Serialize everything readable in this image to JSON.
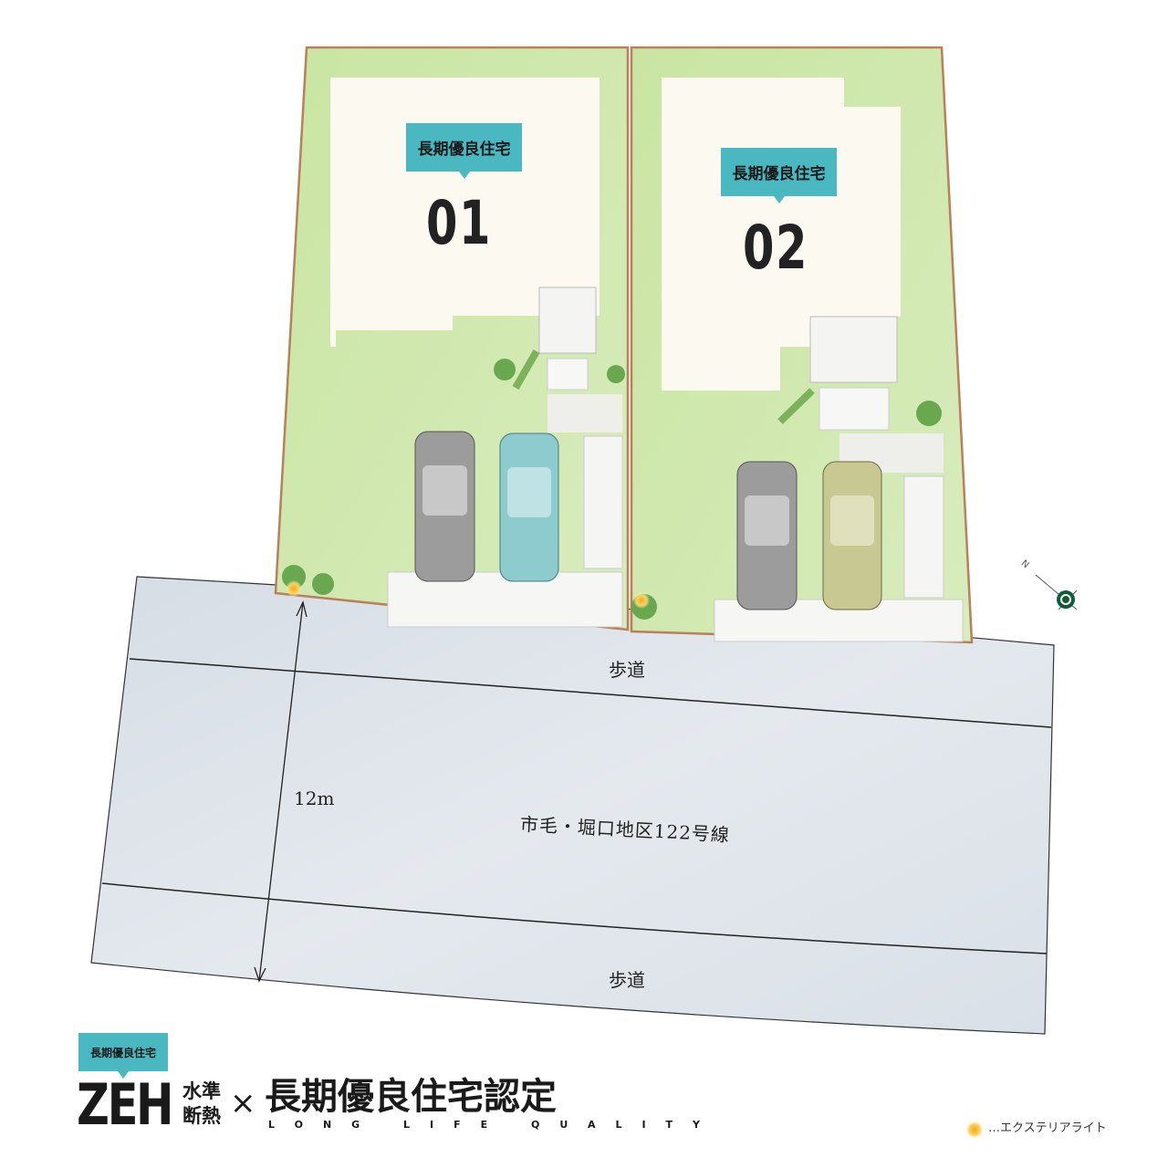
{
  "lots": [
    {
      "badge": "長期優良住宅",
      "number": "01"
    },
    {
      "badge": "長期優良住宅",
      "number": "02"
    }
  ],
  "road": {
    "sidewalk_top": "歩道",
    "sidewalk_bottom": "歩道",
    "width_label": "12m",
    "name": "市毛・堀口地区122号線"
  },
  "compass": {
    "north_label": "N"
  },
  "logo": {
    "badge": "長期優良住宅",
    "zeh": "ZEH",
    "zeh_sub_1": "水準",
    "zeh_sub_2": "断熱",
    "times": "×",
    "title": "長期優良住宅認定",
    "subtitle": "LONG LIFE QUALITY"
  },
  "legend": {
    "label": "…エクステリアライト"
  },
  "colors": {
    "lawn": "#cde6a8",
    "badge": "#4ab8c0",
    "road": "#dde3ea",
    "house": "#fbf9f0"
  }
}
